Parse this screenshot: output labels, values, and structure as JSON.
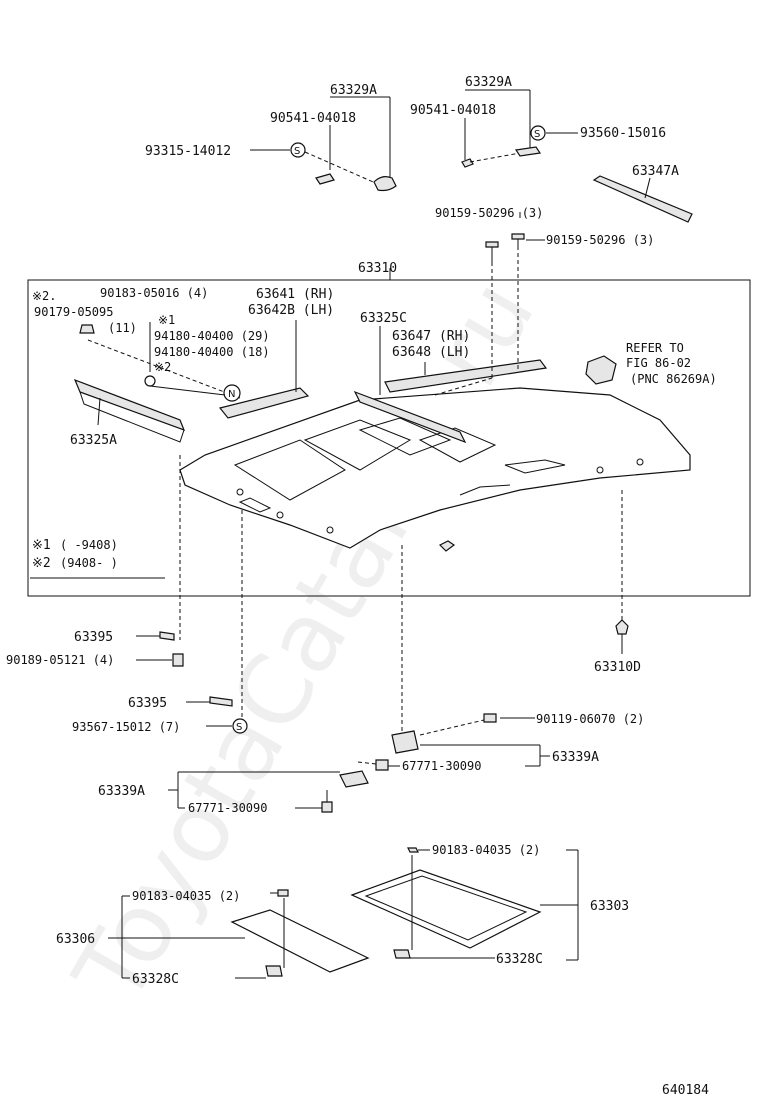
{
  "watermark": "ToyotaCatalog.ru",
  "diagram_number": "640184",
  "legend": {
    "row1_mark": "※1",
    "row1_range": "(      -9408)",
    "row2_mark": "※2",
    "row2_range": "(9408-      )"
  },
  "symbols": {
    "s": "S",
    "n": "N"
  },
  "labels": {
    "p63329A_left": "63329A",
    "p90541_left": "90541-04018",
    "p93315": "93315-14012",
    "p63329A_right": "63329A",
    "p90541_right": "90541-04018",
    "p93560": "93560-15016",
    "p63347A": "63347A",
    "p90159_a": "90159-50296 (3)",
    "p90159_b": "90159-50296 (3)",
    "p63310": "63310",
    "mark2_a": "※2.",
    "p90183_05016": "90183-05016 (4)",
    "p90179": "90179-05095",
    "p90179_qty": "(11)",
    "mark1": "※1",
    "p94180_29": "94180-40400 (29)",
    "p94180_18": "94180-40400 (18)",
    "mark2_b": "※2",
    "p63641": "63641  (RH)",
    "p63642B": "63642B (LH)",
    "p63325C": "63325C",
    "p63647": "63647 (RH)",
    "p63648": "63648 (LH)",
    "refer1": "REFER TO",
    "refer2": "FIG 86-02",
    "refer3": "(PNC 86269A)",
    "p63325A": "63325A",
    "p63395_a": "63395",
    "p90189": "90189-05121 (4)",
    "p63310D": "63310D",
    "p63395_b": "63395",
    "p93567": "93567-15012 (7)",
    "p90119": "90119-06070 (2)",
    "p67771_a": "67771-30090",
    "p63339A_right": "63339A",
    "p63339A_left": "63339A",
    "p67771_b": "67771-30090",
    "p90183_04035_r": "90183-04035 (2)",
    "p90183_04035_l": "90183-04035 (2)",
    "p63303": "63303",
    "p63306": "63306",
    "p63328C_l": "63328C",
    "p63328C_r": "63328C"
  }
}
